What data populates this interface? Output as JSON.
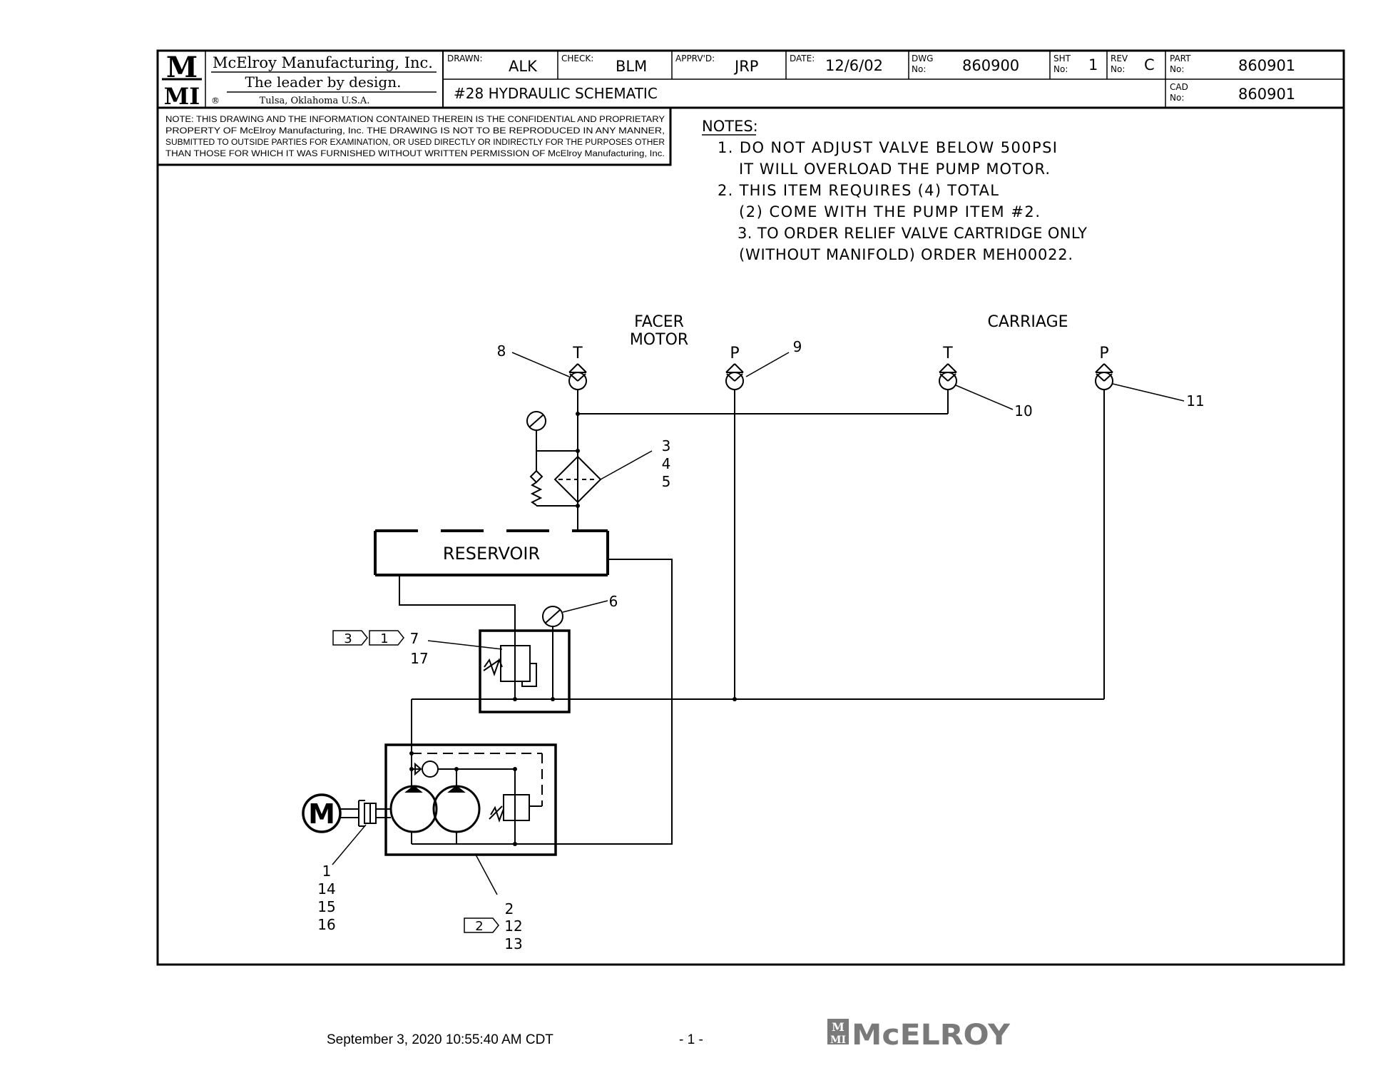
{
  "title_block": {
    "logo_top": "M",
    "logo_bottom": "MI",
    "company": "McElroy Manufacturing, Inc.",
    "slogan": "The leader by design.",
    "registered": "®",
    "location": "Tulsa, Oklahoma U.S.A.",
    "drawn_label": "DRAWN:",
    "drawn": "ALK",
    "check_label": "CHECK:",
    "check": "BLM",
    "apprvd_label": "APPRV'D:",
    "apprvd": "JRP",
    "date_label": "DATE:",
    "date": "12/6/02",
    "dwg_label_1": "DWG",
    "dwg_label_2": "No:",
    "dwg_no": "860900",
    "sht_label_1": "SHT",
    "sht_label_2": "No:",
    "sht_no": "1",
    "rev_label_1": "REV",
    "rev_label_2": "No:",
    "rev_no": "C",
    "part_label_1": "PART",
    "part_label_2": "No:",
    "part_no": "860901",
    "cad_label_1": "CAD",
    "cad_label_2": "No:",
    "cad_no": "860901",
    "drawing_title": "#28 HYDRAULIC SCHEMATIC"
  },
  "legal_note": [
    "NOTE: THIS DRAWING AND THE INFORMATION CONTAINED THEREIN IS THE CONFIDENTIAL AND PROPRIETARY",
    "PROPERTY OF McElroy Manufacturing, Inc. THE DRAWING IS NOT TO BE REPRODUCED IN ANY MANNER,",
    "SUBMITTED TO OUTSIDE PARTIES FOR EXAMINATION, OR USED DIRECTLY OR INDIRECTLY FOR THE PURPOSES OTHER",
    "THAN THOSE FOR WHICH IT WAS FURNISHED WITHOUT WRITTEN PERMISSION OF McElroy Manufacturing, Inc."
  ],
  "notes": {
    "heading": "NOTES:",
    "lines": [
      "1. DO NOT ADJUST VALVE BELOW 500PSI",
      "IT WILL OVERLOAD THE PUMP MOTOR.",
      "2. THIS ITEM REQUIRES (4) TOTAL",
      "(2) COME WITH THE PUMP ITEM #2.",
      "3. TO ORDER RELIEF VALVE CARTRIDGE ONLY",
      "(WITHOUT MANIFOLD) ORDER MEH00022."
    ]
  },
  "schematic": {
    "facer_motor_1": "FACER",
    "facer_motor_2": "MOTOR",
    "carriage": "CARRIAGE",
    "port_t": "T",
    "port_p": "P",
    "reservoir": "RESERVOIR",
    "motor_symbol": "M",
    "callouts": {
      "c8": "8",
      "c9": "9",
      "c10": "10",
      "c11": "11",
      "c3": "3",
      "c4": "4",
      "c5": "5",
      "c6": "6",
      "c7": "7",
      "c17": "17",
      "c1": "1",
      "c14": "14",
      "c15": "15",
      "c16": "16",
      "c2": "2",
      "c12": "12",
      "c13": "13"
    },
    "flags": {
      "flag3": "3",
      "flag1": "1",
      "flag2": "2"
    }
  },
  "footer": {
    "timestamp": "September 3, 2020 10:55:40 AM CDT",
    "page": "- 1 -",
    "logo_text": "McELROY",
    "logo_badge_top": "M",
    "logo_badge_bottom": "MI"
  }
}
